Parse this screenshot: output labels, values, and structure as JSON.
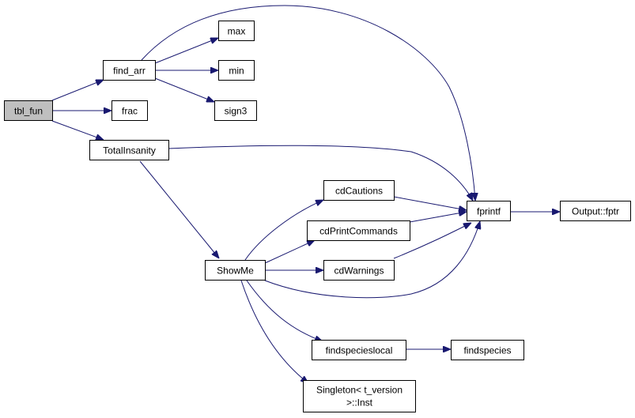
{
  "nodes": {
    "tbl_fun": {
      "label": "tbl_fun"
    },
    "find_arr": {
      "label": "find_arr"
    },
    "max": {
      "label": "max"
    },
    "min": {
      "label": "min"
    },
    "sign3": {
      "label": "sign3"
    },
    "frac": {
      "label": "frac"
    },
    "TotalInsanity": {
      "label": "TotalInsanity"
    },
    "cdCautions": {
      "label": "cdCautions"
    },
    "cdPrintCommands": {
      "label": "cdPrintCommands"
    },
    "cdWarnings": {
      "label": "cdWarnings"
    },
    "ShowMe": {
      "label": "ShowMe"
    },
    "fprintf": {
      "label": "fprintf"
    },
    "Output_fptr": {
      "label": "Output::fptr"
    },
    "findspecieslocal": {
      "label": "findspecieslocal"
    },
    "findspecies": {
      "label": "findspecies"
    },
    "Singleton_Inst": {
      "label_line1": "Singleton< t_version",
      "label_line2": ">::Inst"
    }
  },
  "edges": [
    [
      "tbl_fun",
      "find_arr"
    ],
    [
      "tbl_fun",
      "frac"
    ],
    [
      "tbl_fun",
      "TotalInsanity"
    ],
    [
      "find_arr",
      "max"
    ],
    [
      "find_arr",
      "min"
    ],
    [
      "find_arr",
      "sign3"
    ],
    [
      "find_arr",
      "fprintf"
    ],
    [
      "TotalInsanity",
      "fprintf"
    ],
    [
      "TotalInsanity",
      "ShowMe"
    ],
    [
      "ShowMe",
      "cdCautions"
    ],
    [
      "ShowMe",
      "cdPrintCommands"
    ],
    [
      "ShowMe",
      "cdWarnings"
    ],
    [
      "ShowMe",
      "fprintf"
    ],
    [
      "ShowMe",
      "findspecieslocal"
    ],
    [
      "ShowMe",
      "Singleton_Inst"
    ],
    [
      "cdCautions",
      "fprintf"
    ],
    [
      "cdPrintCommands",
      "fprintf"
    ],
    [
      "cdWarnings",
      "fprintf"
    ],
    [
      "fprintf",
      "Output_fptr"
    ],
    [
      "findspecieslocal",
      "findspecies"
    ]
  ],
  "colors": {
    "edge": "#191970",
    "root_fill": "#bfbfbf",
    "node_fill": "#ffffff",
    "node_border": "#000000"
  }
}
